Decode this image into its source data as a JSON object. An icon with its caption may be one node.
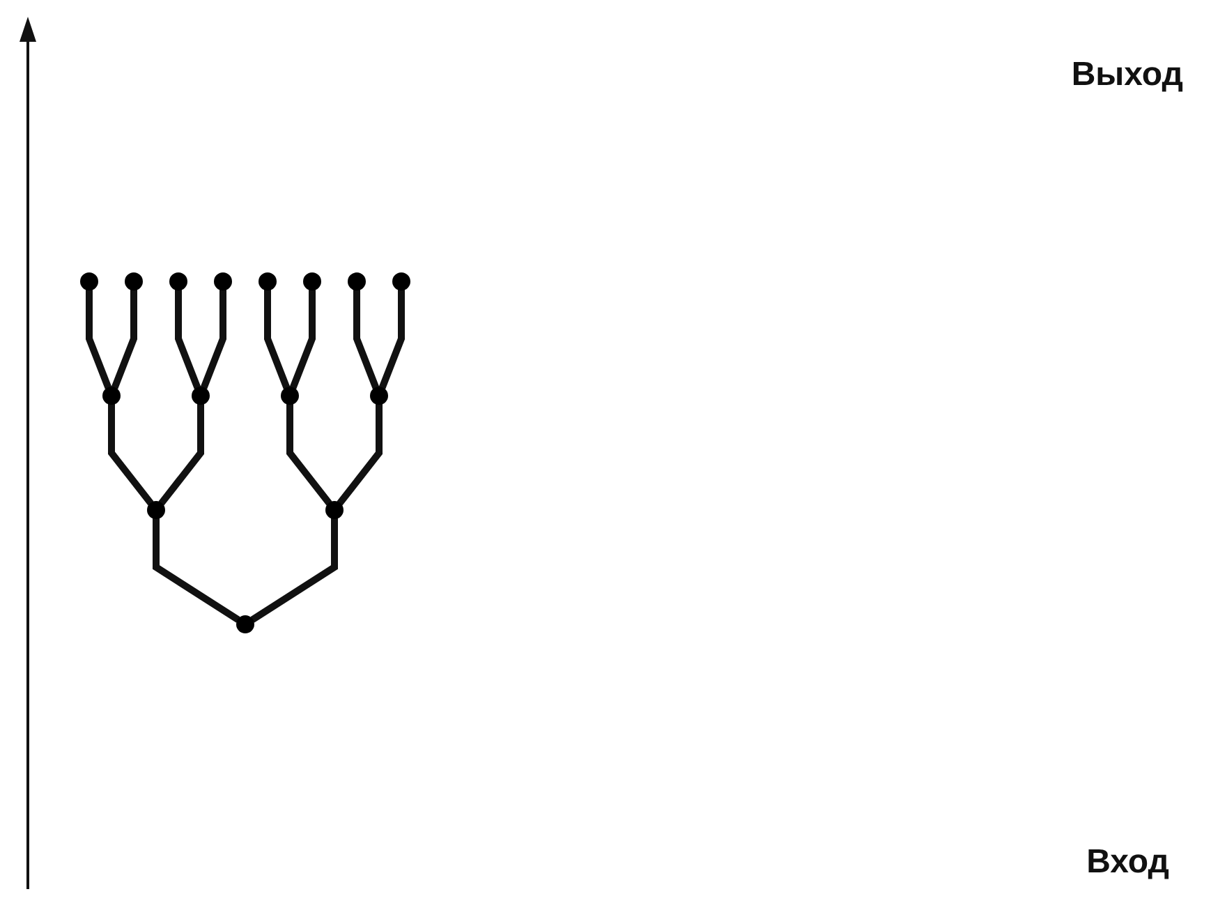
{
  "diagram": {
    "nodes": [
      {
        "text": [],
        "shape": "circle"
      },
      {
        "text": [],
        "shape": "circle"
      },
      {
        "text": [],
        "shape": "circle"
      },
      {
        "text": [],
        "shape": "circle"
      },
      {
        "text": [],
        "shape": "circle"
      },
      {
        "text": [],
        "shape": "circle"
      },
      {
        "text": [],
        "shape": "circle"
      },
      {
        "text": [],
        "shape": "circle"
      },
      {
        "text": [],
        "shape": "circle"
      },
      {
        "text": [],
        "shape": "circle"
      },
      {
        "text": [],
        "shape": "circle"
      },
      {
        "text": [],
        "shape": "circle"
      },
      {
        "text": [],
        "shape": "circle"
      },
      {
        "text": [],
        "shape": "circle"
      },
      {
        "text": [],
        "shape": "circle"
      }
    ],
    "edges": [
      {
        "from": 14,
        "to": 12,
        "arrow": "none"
      },
      {
        "from": 14,
        "to": 13,
        "arrow": "none"
      },
      {
        "from": 12,
        "to": 8,
        "arrow": "none"
      },
      {
        "from": 12,
        "to": 9,
        "arrow": "none"
      },
      {
        "from": 13,
        "to": 10,
        "arrow": "none"
      },
      {
        "from": 13,
        "to": 11,
        "arrow": "none"
      },
      {
        "from": 8,
        "to": 0,
        "arrow": "none"
      },
      {
        "from": 8,
        "to": 1,
        "arrow": "none"
      },
      {
        "from": 9,
        "to": 2,
        "arrow": "none"
      },
      {
        "from": 9,
        "to": 3,
        "arrow": "none"
      },
      {
        "from": 10,
        "to": 4,
        "arrow": "none"
      },
      {
        "from": 10,
        "to": 5,
        "arrow": "none"
      },
      {
        "from": 11,
        "to": 6,
        "arrow": "none"
      },
      {
        "from": 11,
        "to": 7,
        "arrow": "none"
      }
    ],
    "labels": [
      "Выход",
      "Вход"
    ]
  }
}
